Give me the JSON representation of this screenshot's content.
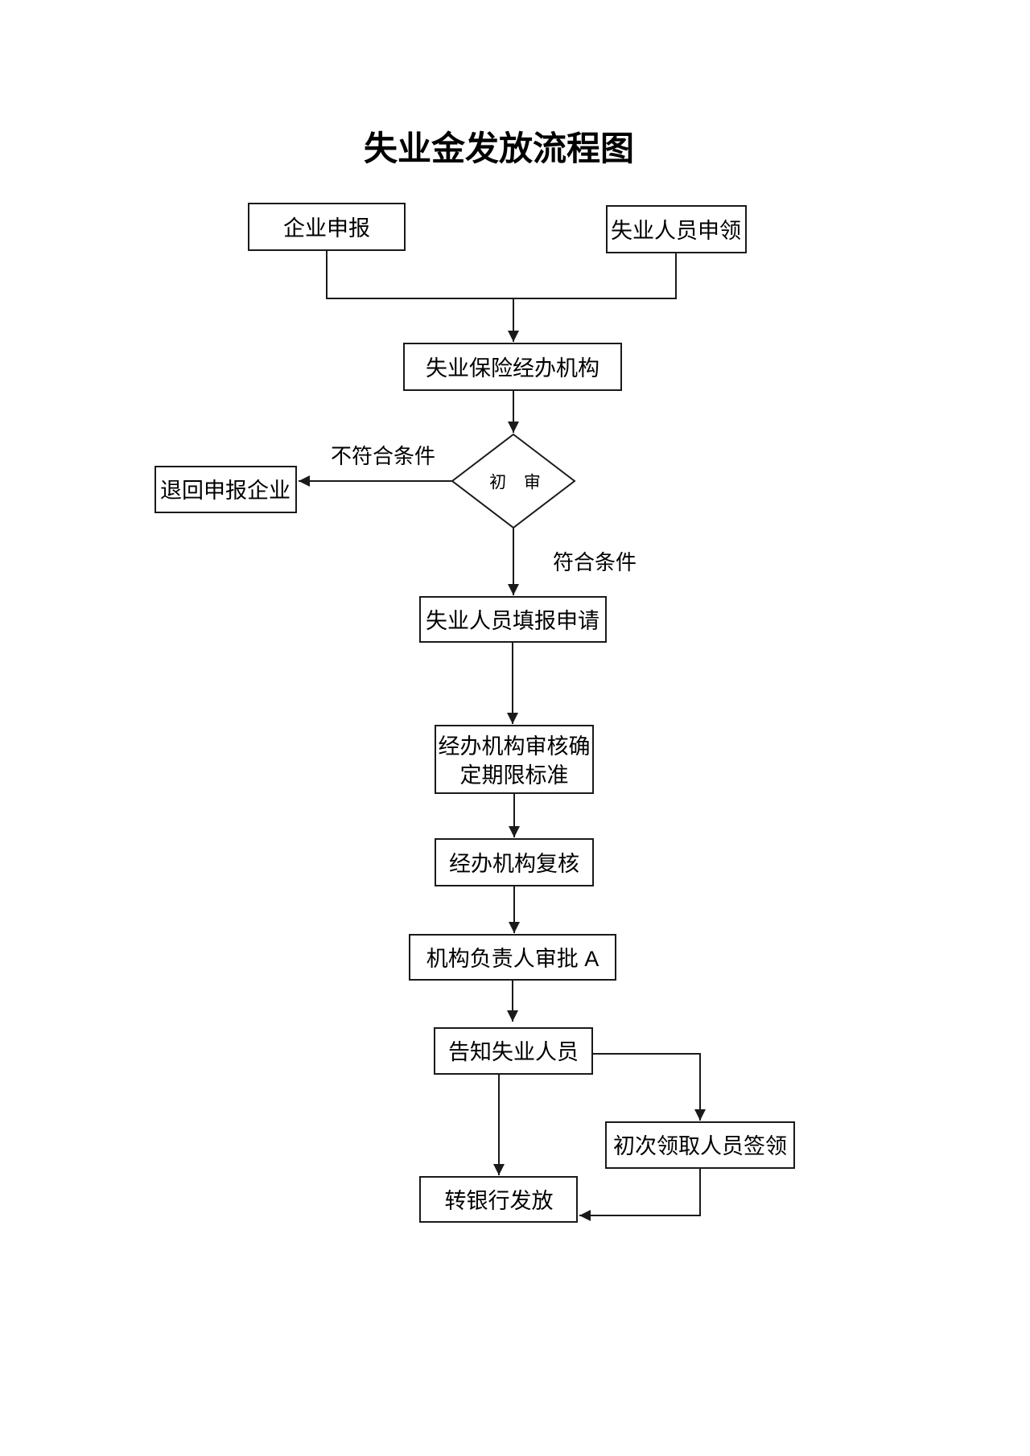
{
  "title": "失业金发放流程图",
  "nodes": {
    "enterprise": {
      "label": "企业申报"
    },
    "claimant": {
      "label": "失业人员申领"
    },
    "agency": {
      "label": "失业保险经办机构"
    },
    "review": {
      "label": "初 审"
    },
    "return": {
      "label": "退回申报企业"
    },
    "apply": {
      "label": "失业人员填报申请"
    },
    "verify": {
      "line1": "经办机构审核确",
      "line2": "定期限标准"
    },
    "recheck": {
      "label": "经办机构复核"
    },
    "approve": {
      "label": "机构负责人审批 A"
    },
    "notify": {
      "label": "告知失业人员"
    },
    "sign": {
      "label": "初次领取人员签领"
    },
    "bank": {
      "label": "转银行发放"
    }
  },
  "edges": {
    "reject_label": "不符合条件",
    "accept_label": "符合条件"
  },
  "colors": {
    "ink": "#1a1a1a",
    "background": "#ffffff"
  }
}
